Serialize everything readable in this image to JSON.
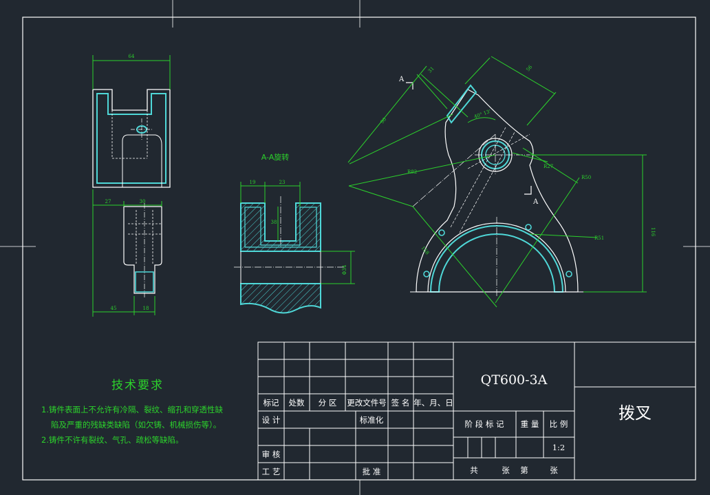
{
  "drawing": {
    "section_title": "A-A旋转",
    "section_mark_top": "A",
    "section_mark_bottom": "A",
    "front_view_dims": {
      "top_width": "64",
      "left_offset": "27",
      "mid_width": "30",
      "bottom_left": "45",
      "bottom_right": "18"
    },
    "section_view_dims": {
      "left_width": "19",
      "slot_width": "23",
      "slot_depth": "38",
      "hole_dia": "Φ34"
    },
    "side_view_dims": {
      "diag_top_1": "31",
      "diag_top_2": "56",
      "diag_left": "90",
      "angle": "40° 13'",
      "radius_large": "R82",
      "radius_r27": "R27",
      "radius_r50": "R50",
      "radius_r51": "R51",
      "diag_bottom": "158",
      "height_right": "116"
    }
  },
  "tech_requirements": {
    "title": "技术要求",
    "items": [
      "1.铸件表面上不允许有冷隔、裂纹、缩孔和穿透性缺",
      "陷及严重的残缺类缺陷（如欠铸、机械损伤等）。",
      "2.铸件不许有裂纹、气孔、疏松等缺陷。"
    ]
  },
  "title_block": {
    "material": "QT600-3A",
    "part_name": "拨叉",
    "headers": [
      "标记",
      "处数",
      "分 区",
      "更改文件号",
      "签 名",
      "年、月、日"
    ],
    "design_label": "设 计",
    "standard_label": "标准化",
    "review_label": "审 核",
    "process_label": "工 艺",
    "approve_label": "批 准",
    "stage_label": "阶 段 标 记",
    "weight_label": "重 量",
    "scale_label": "比 例",
    "scale_value": "1:2",
    "sheet_total": "共",
    "sheet_unit1": "张",
    "sheet_num": "第",
    "sheet_unit2": "张"
  },
  "colors": {
    "background": "#212830",
    "lines": "#ffffff",
    "dimensions": "#2cd22c",
    "section": "#4fd8d8"
  }
}
